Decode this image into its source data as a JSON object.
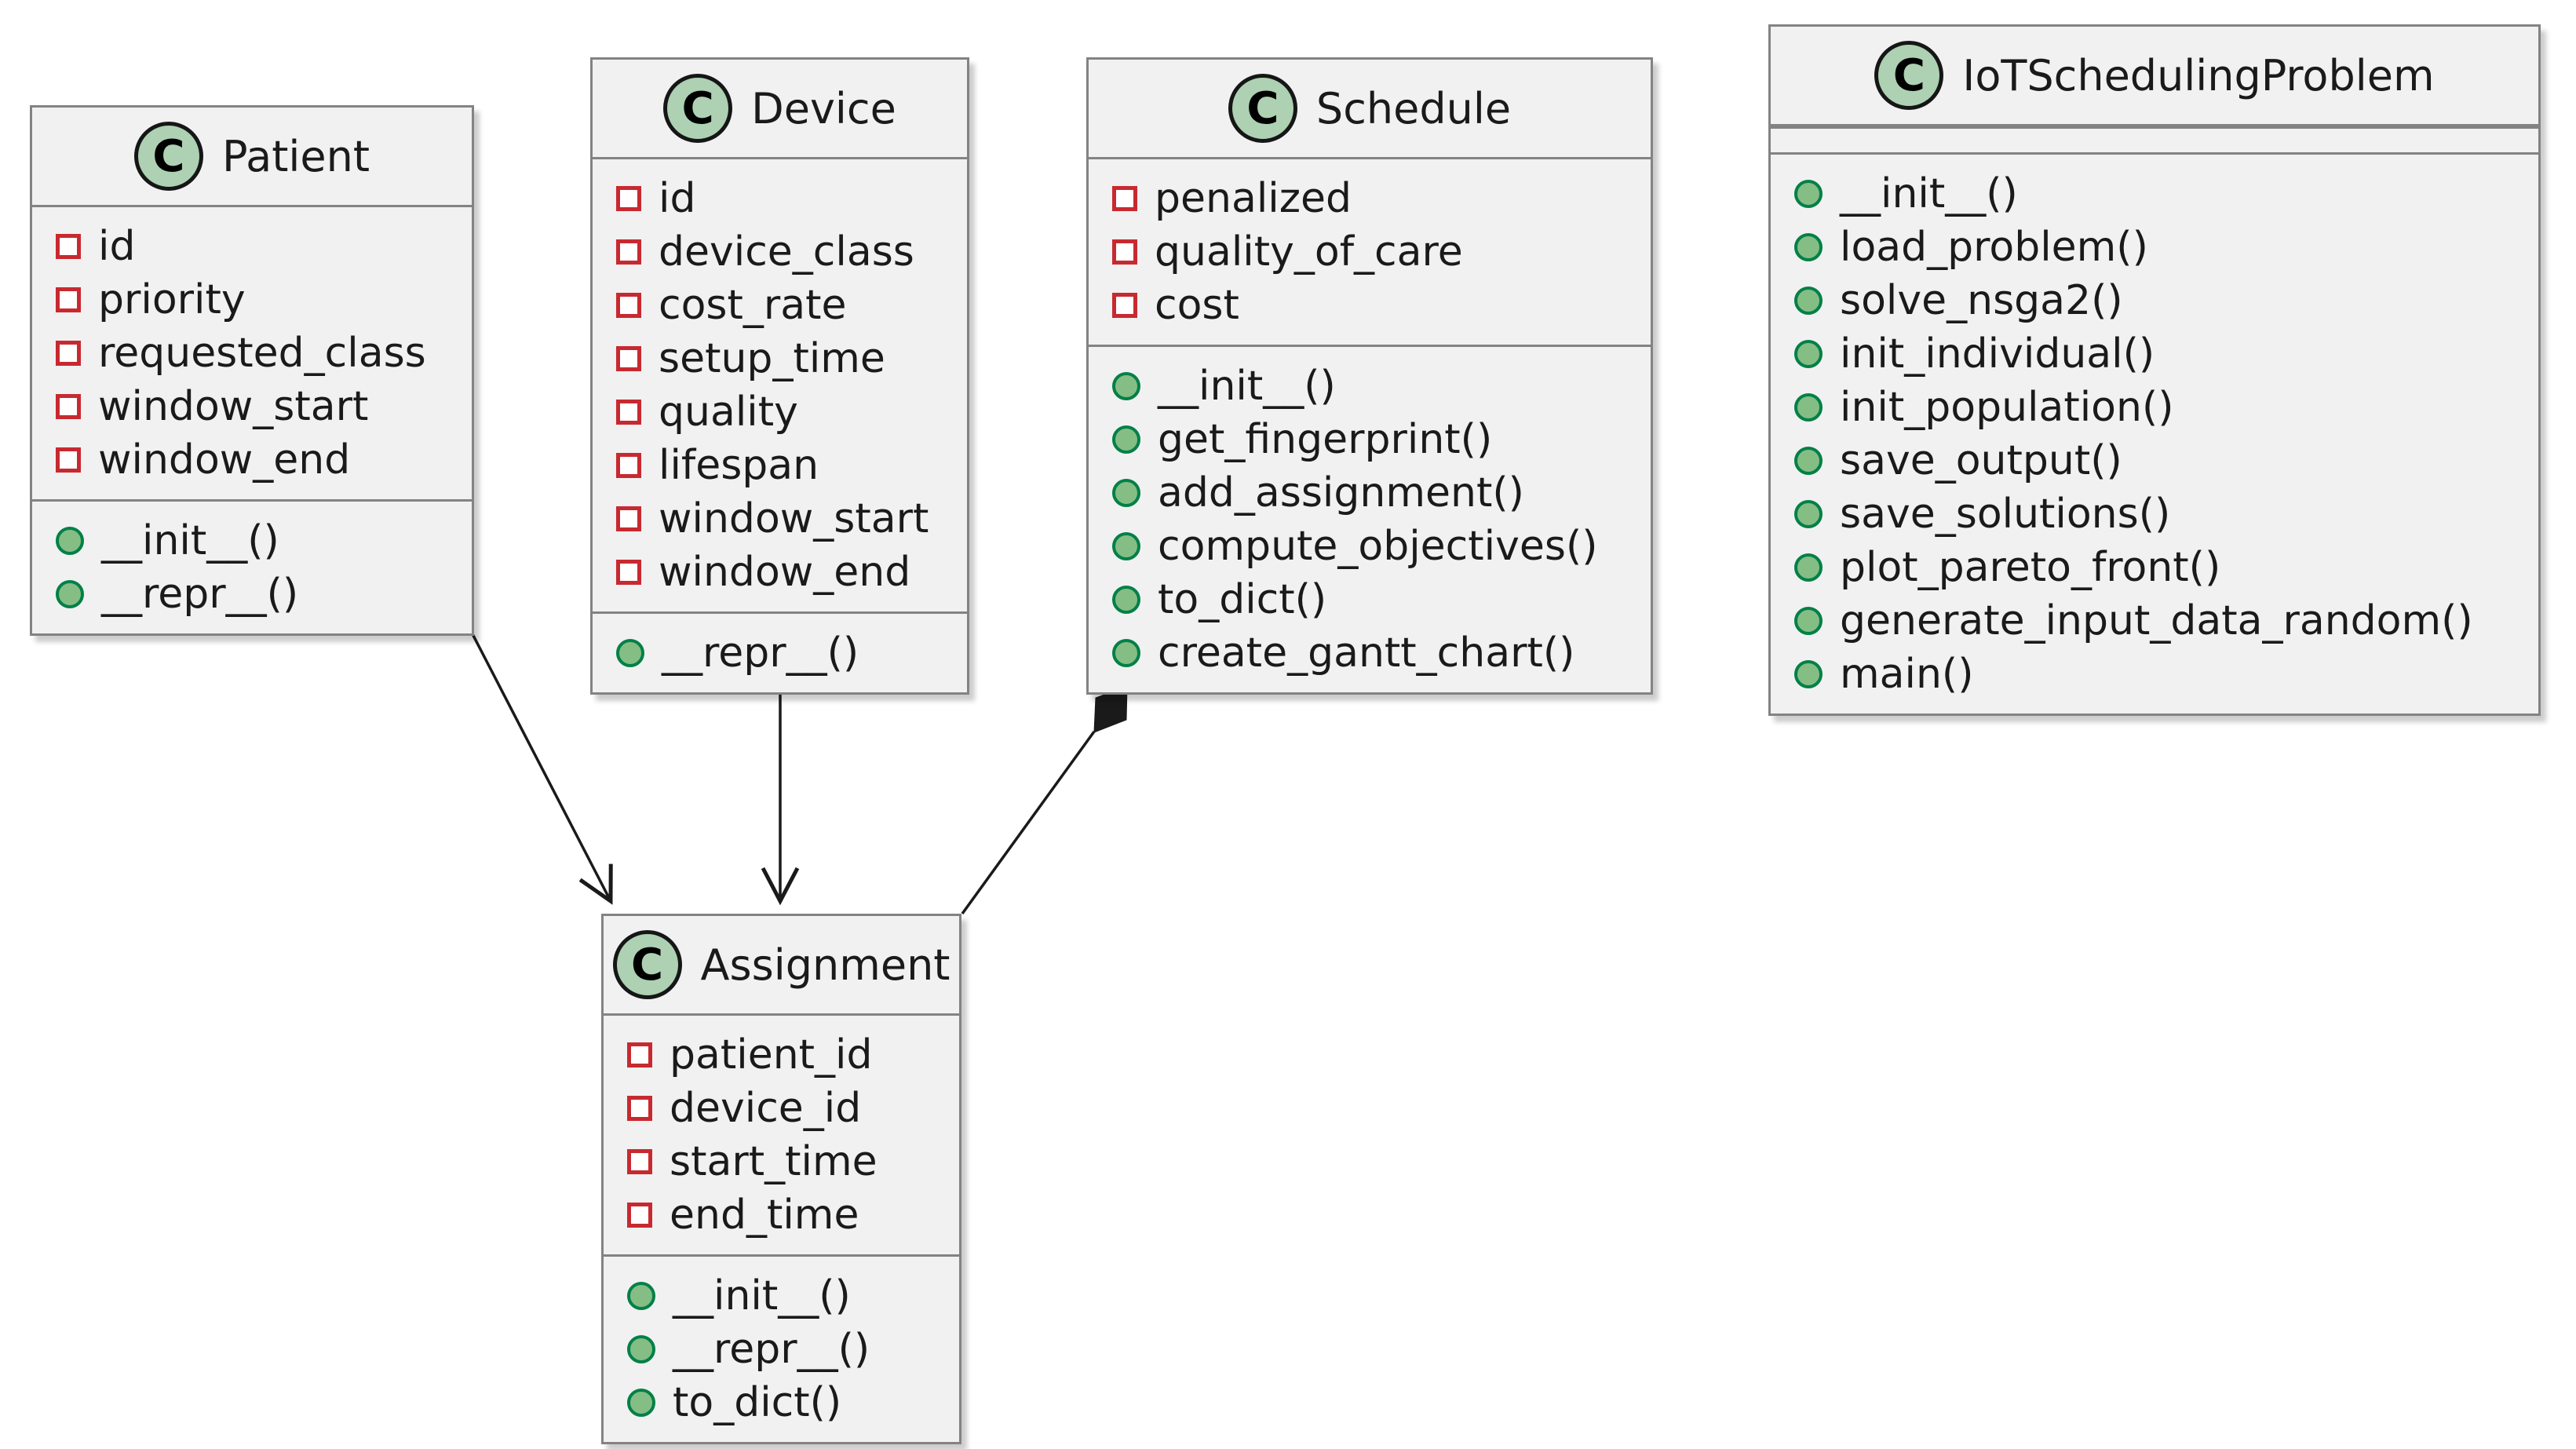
{
  "diagram": {
    "type": "uml-class-diagram",
    "colors": {
      "box_fill": "#f1f1f1",
      "box_border": "#838383",
      "badge_fill": "#add1b2",
      "field_icon_border": "#c82930",
      "method_icon_fill": "#84be84",
      "method_icon_border": "#038048",
      "line_color": "#1a1a1a",
      "text_color": "#1a1a1a"
    }
  },
  "classes": [
    {
      "badge": "C",
      "name": "Patient",
      "attributes": [
        "id",
        "priority",
        "requested_class",
        "window_start",
        "window_end"
      ],
      "methods": [
        "__init__()",
        "__repr__()"
      ]
    },
    {
      "badge": "C",
      "name": "Device",
      "attributes": [
        "id",
        "device_class",
        "cost_rate",
        "setup_time",
        "quality",
        "lifespan",
        "window_start",
        "window_end"
      ],
      "methods": [
        "__repr__()"
      ]
    },
    {
      "badge": "C",
      "name": "Schedule",
      "attributes": [
        "penalized",
        "quality_of_care",
        "cost"
      ],
      "methods": [
        "__init__()",
        "get_fingerprint()",
        "add_assignment()",
        "compute_objectives()",
        "to_dict()",
        "create_gantt_chart()"
      ]
    },
    {
      "badge": "C",
      "name": "IoTSchedulingProblem",
      "attributes": [],
      "methods": [
        "__init__()",
        "load_problem()",
        "solve_nsga2()",
        "init_individual()",
        "init_population()",
        "save_output()",
        "save_solutions()",
        "plot_pareto_front()",
        "generate_input_data_random()",
        "main()"
      ]
    },
    {
      "badge": "C",
      "name": "Assignment",
      "attributes": [
        "patient_id",
        "device_id",
        "start_time",
        "end_time"
      ],
      "methods": [
        "__init__()",
        "__repr__()",
        "to_dict()"
      ]
    }
  ],
  "relations": [
    {
      "from": "Patient",
      "to": "Assignment",
      "type": "directed-arrow"
    },
    {
      "from": "Device",
      "to": "Assignment",
      "type": "directed-arrow"
    },
    {
      "from": "Assignment",
      "to": "Schedule",
      "type": "composition-diamond-at-schedule"
    }
  ]
}
